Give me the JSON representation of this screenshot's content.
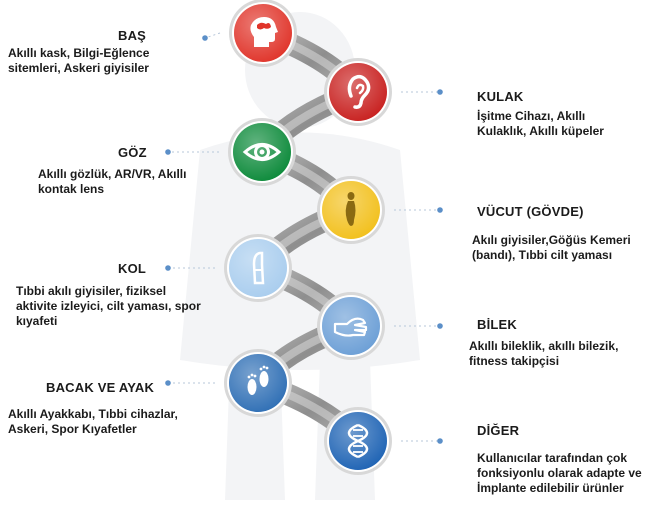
{
  "categories": [
    {
      "title": "BAŞ",
      "desc": "Akıllı kask, Bilgi-Eğlence sitemleri, Askeri giyisiler",
      "color": "#e0342a",
      "icon": "head-icon"
    },
    {
      "title": "KULAK",
      "desc": "İşitme Cihazı, Akıllı Kulaklık, Akıllı küpeler",
      "color": "#c8201f",
      "icon": "ear-icon"
    },
    {
      "title": "GÖZ",
      "desc": "Akıllı gözlük, AR/VR, Akıllı kontak lens",
      "color": "#0c8a3a",
      "icon": "eye-icon"
    },
    {
      "title": "VÜCUT (GÖVDE)",
      "desc": "Akılı giyisiler,Göğüs Kemeri (bandı), Tıbbi cilt yaması",
      "color": "#f2c01c",
      "icon": "torso-icon"
    },
    {
      "title": "KOL",
      "desc": "Tıbbi akılı giyisiler, fiziksel aktivite izleyici, cilt yaması, spor kıyafeti",
      "color": "#a9cdee",
      "icon": "arm-icon"
    },
    {
      "title": "BİLEK",
      "desc": "Akıllı bileklik, akıllı bilezik, fitness takipçisi",
      "color": "#6c9fd6",
      "icon": "wrist-icon"
    },
    {
      "title": "BACAK VE AYAK",
      "desc": "Akıllı Ayakkabı, Tıbbi cihazlar, Askeri, Spor Kıyafetler",
      "color": "#2f6fb5",
      "icon": "footprints-icon"
    },
    {
      "title": "DİĞER",
      "desc": "Kullanıcılar tarafından çok fonksiyonlu olarak adapte ve İmplante edilebilir ürünler",
      "color": "#1e63b4",
      "icon": "dna-icon"
    }
  ]
}
